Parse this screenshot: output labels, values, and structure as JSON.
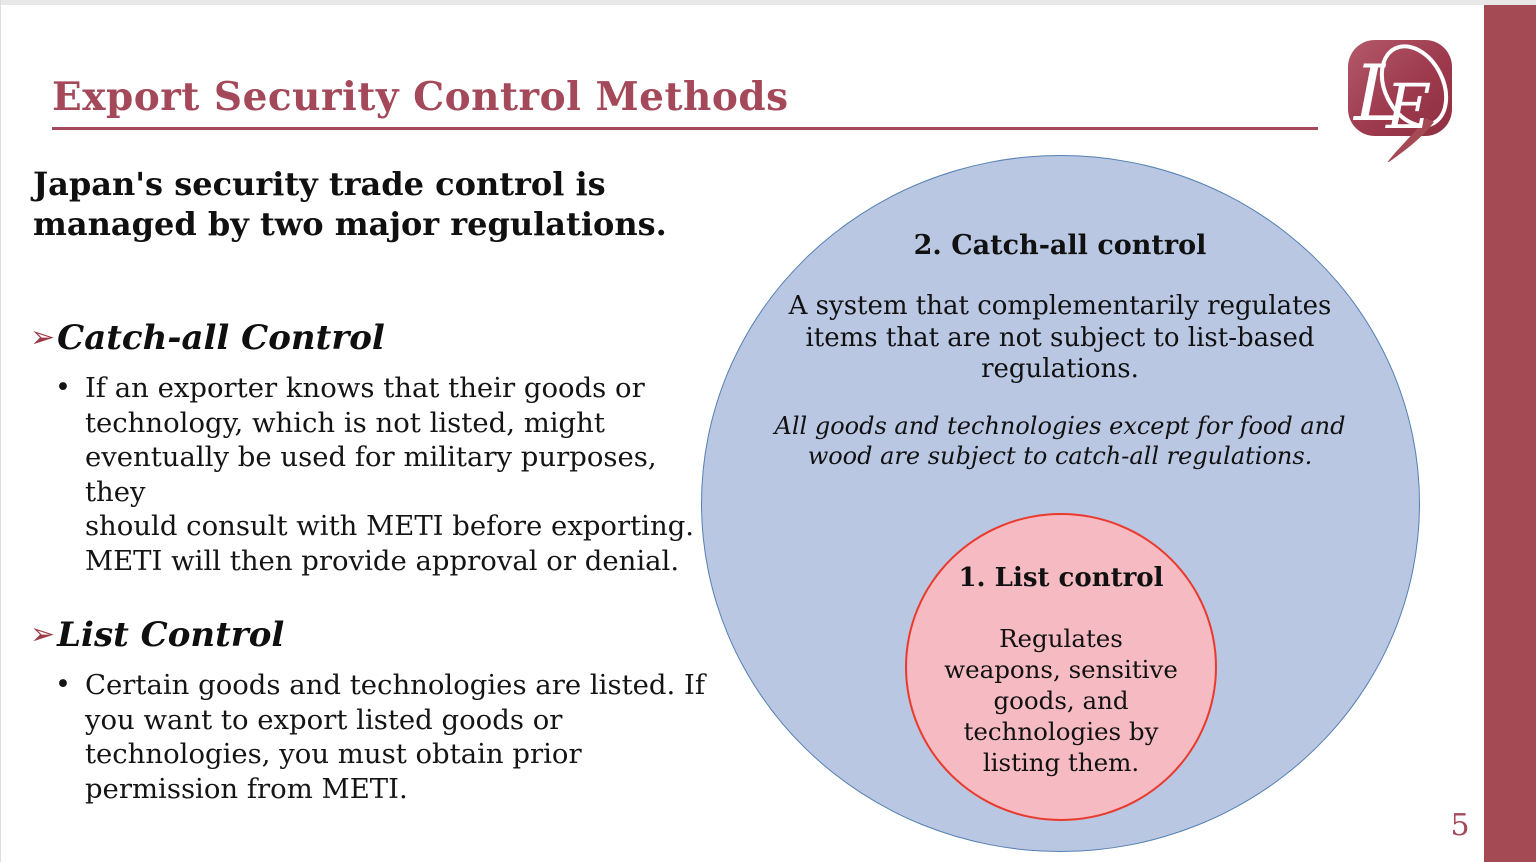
{
  "page": {
    "title": "Export Security Control Methods",
    "page_number": "5"
  },
  "logo": {
    "letter_l": "L",
    "letter_e": "E"
  },
  "intro": {
    "text": "Japan's security trade control is\nmanaged by two major regulations."
  },
  "ui": {
    "arrow_marker": "➢",
    "bullet_dot": "•"
  },
  "sections": [
    {
      "heading": "Catch-all Control",
      "body": "If an exporter knows that their goods or\ntechnology, which is not listed, might\neventually be used for military purposes, they\nshould consult with METI before exporting.\nMETI will then provide approval or denial."
    },
    {
      "heading": "List Control",
      "body": "Certain goods and technologies are listed. If\nyou want to export listed goods or\ntechnologies, you must obtain prior\npermission from METI."
    }
  ],
  "diagram": {
    "outer_circle": {
      "title": "2. Catch-all control",
      "description": "A system that complementarily regulates\nitems that are not subject to list-based\nregulations.",
      "note": "All goods and technologies except for food and\nwood are subject to catch-all regulations.",
      "fill_color": "#b9c7e3",
      "border_color": "#5580b2"
    },
    "inner_circle": {
      "title": "1. List control",
      "description": "Regulates\nweapons, sensitive\ngoods, and\ntechnologies by\nlisting them.",
      "fill_color": "#f5bac2",
      "border_color": "#ea3a2c"
    }
  },
  "colors": {
    "accent_red": "#a4495a",
    "side_bar_red": "#a34a55",
    "text": "#141414"
  }
}
